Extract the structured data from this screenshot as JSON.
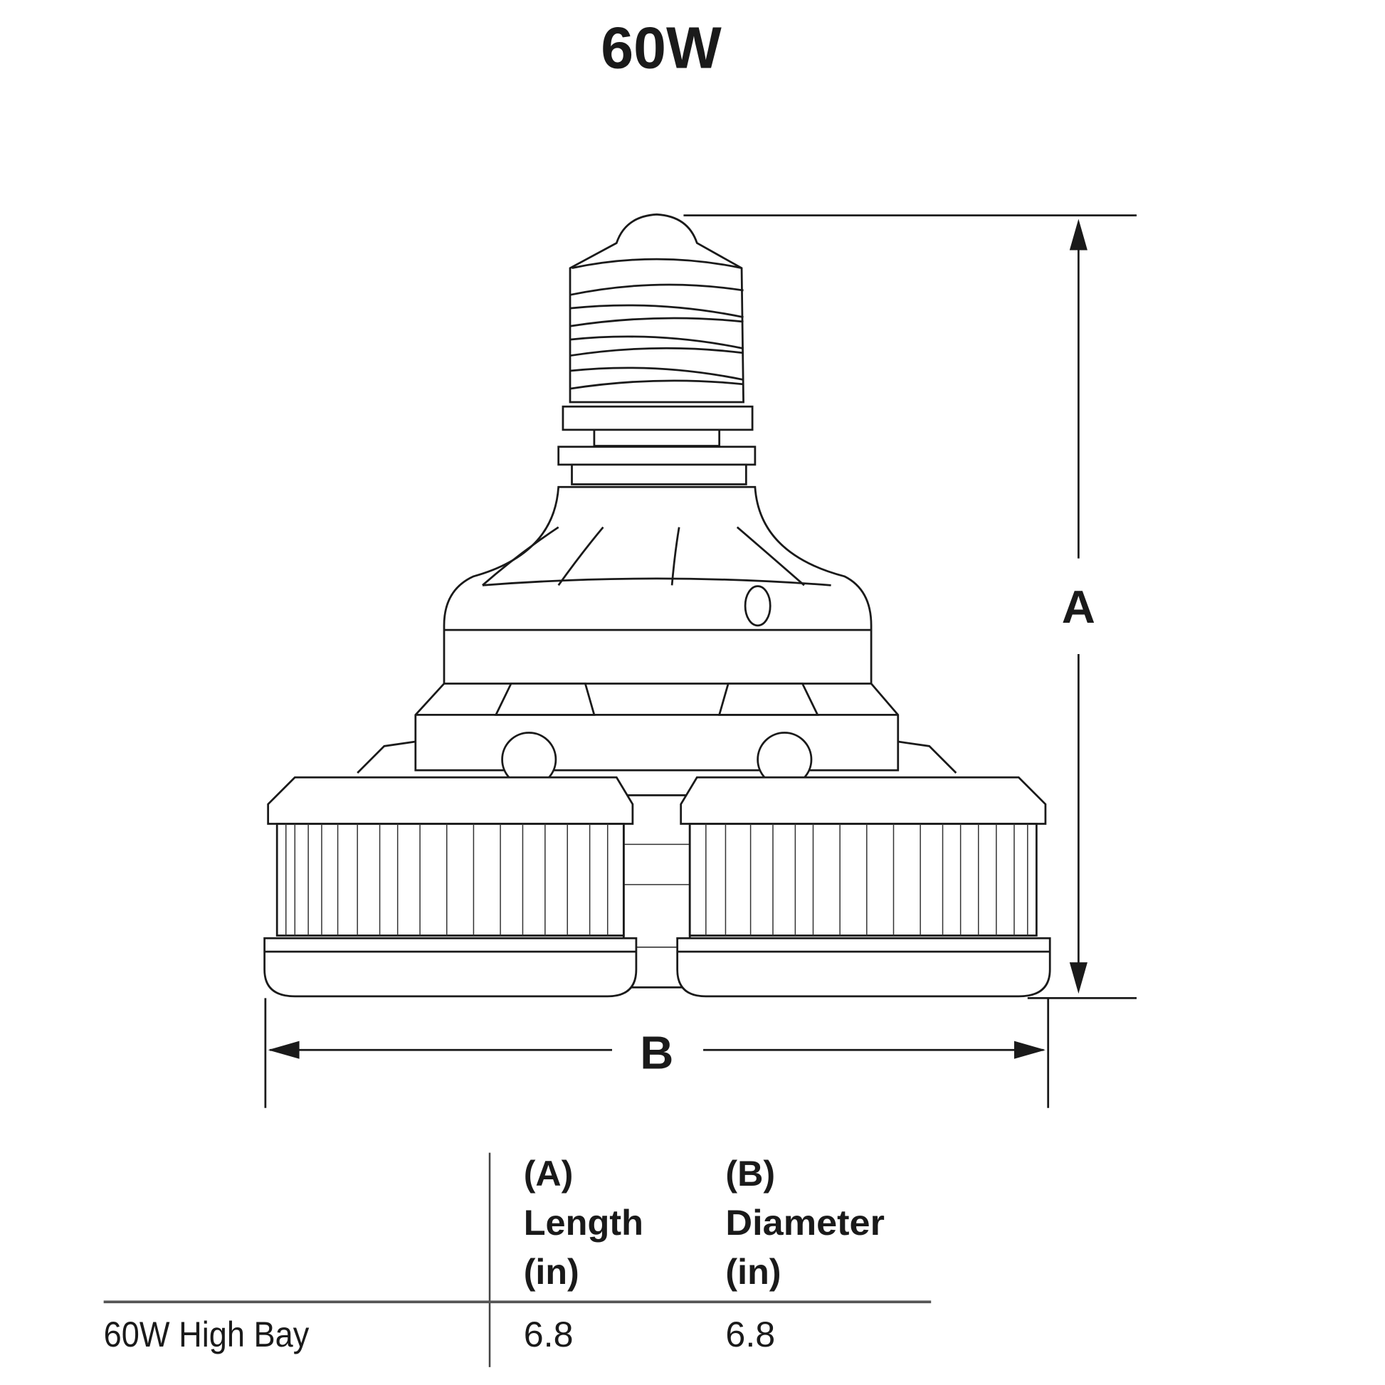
{
  "title": "60W",
  "dimensions": {
    "a_label": "A",
    "b_label": "B"
  },
  "table": {
    "headers": [
      {
        "lines": [
          "(A)",
          "Length",
          "(in)"
        ]
      },
      {
        "lines": [
          "(B)",
          "Diameter",
          "(in)"
        ]
      }
    ],
    "rows": [
      {
        "name": "60W High Bay",
        "length": "6.8",
        "diameter": "6.8"
      }
    ]
  }
}
